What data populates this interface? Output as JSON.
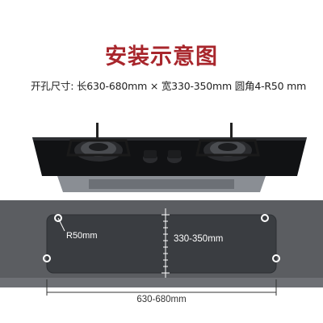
{
  "page": {
    "title": "安装示意图",
    "specs_line": "开孔尺寸: 长630-680mm × 宽330-350mm  圆角4-R50 mm"
  },
  "diagram": {
    "corner_radius_label": "R50mm",
    "width_label": "330-350mm",
    "length_label": "630-680mm"
  },
  "colors": {
    "title": "#a8262c",
    "glass": "#111214",
    "countertop": "#5b5d61",
    "cutout": "#3a3d41"
  }
}
